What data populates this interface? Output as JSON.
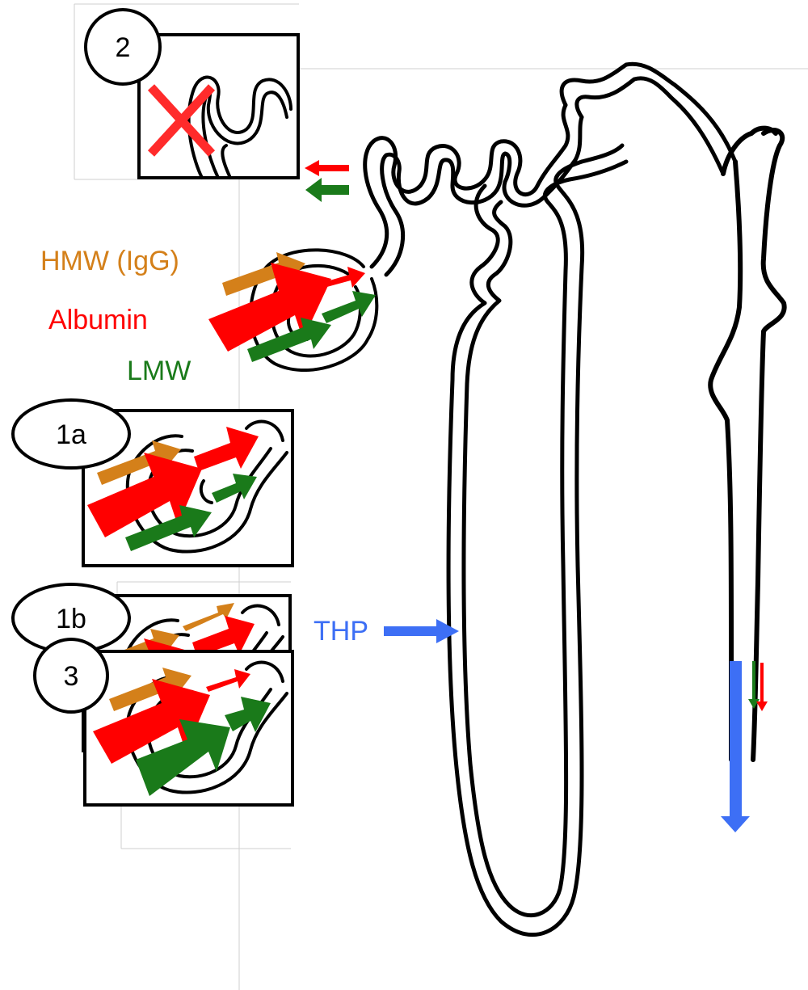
{
  "labels": {
    "hmw": "HMW (IgG)",
    "albumin": "Albumin",
    "lmw": "LMW",
    "thp": "THP"
  },
  "badges": {
    "two": "2",
    "one_a": "1a",
    "one_b": "1b",
    "three": "3"
  },
  "colors": {
    "hmw": "#d4801a",
    "albumin": "#ff0000",
    "lmw": "#1a7a1a",
    "thp": "#3d6ff5",
    "outline": "#000000",
    "blocked": "#ff2b2b"
  },
  "icons": {
    "blocked": "x-mark-icon",
    "arrow": "arrow-icon"
  }
}
